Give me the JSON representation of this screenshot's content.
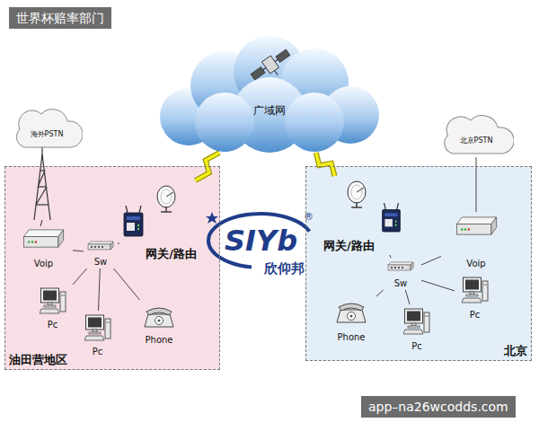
{
  "diagram": {
    "nodes": [
      {
        "text": [
          "广域网"
        ]
      },
      {
        "text": [
          "海外PSTN"
        ]
      },
      {
        "text": [
          "北京PSTN"
        ]
      },
      {
        "text": [
          "油田营地区"
        ]
      },
      {
        "text": [
          "网关/路由"
        ],
        "in": 3
      },
      {
        "text": [
          "Voip"
        ],
        "in": 3
      },
      {
        "text": [
          "Sw"
        ],
        "in": 3
      },
      {
        "text": [
          "Pc"
        ],
        "in": 3
      },
      {
        "text": [
          "Pc"
        ],
        "in": 3
      },
      {
        "text": [
          "Phone"
        ],
        "in": 3
      },
      {
        "text": [
          "北京"
        ]
      },
      {
        "text": [
          "网关/路由"
        ],
        "in": 10
      },
      {
        "text": [
          "Voip"
        ],
        "in": 10
      },
      {
        "text": [
          "Sw"
        ],
        "in": 10
      },
      {
        "text": [
          "Phone"
        ],
        "in": 10
      },
      {
        "text": [
          "Pc"
        ],
        "in": 10
      },
      {
        "text": [
          "Pc"
        ],
        "in": 10
      }
    ],
    "edges": [
      {
        "from": 4,
        "to": 0,
        "arrow": "none"
      },
      {
        "from": 11,
        "to": 0,
        "arrow": "none"
      },
      {
        "from": 5,
        "to": 6,
        "arrow": "none"
      },
      {
        "from": 6,
        "to": 4,
        "arrow": "none"
      },
      {
        "from": 6,
        "to": 7,
        "arrow": "none"
      },
      {
        "from": 6,
        "to": 8,
        "arrow": "none"
      },
      {
        "from": 6,
        "to": 9,
        "arrow": "none"
      },
      {
        "from": 12,
        "to": 2,
        "arrow": "none"
      },
      {
        "from": 13,
        "to": 11,
        "arrow": "none"
      },
      {
        "from": 13,
        "to": 12,
        "arrow": "none"
      },
      {
        "from": 13,
        "to": 14,
        "arrow": "none"
      },
      {
        "from": 13,
        "to": 15,
        "arrow": "none"
      },
      {
        "from": 13,
        "to": 16,
        "arrow": "none"
      }
    ],
    "labels": [
      "世界杯赔率部门",
      "app–na26wcodds.com",
      "SIYb",
      "欣仰邦",
      "®"
    ]
  }
}
